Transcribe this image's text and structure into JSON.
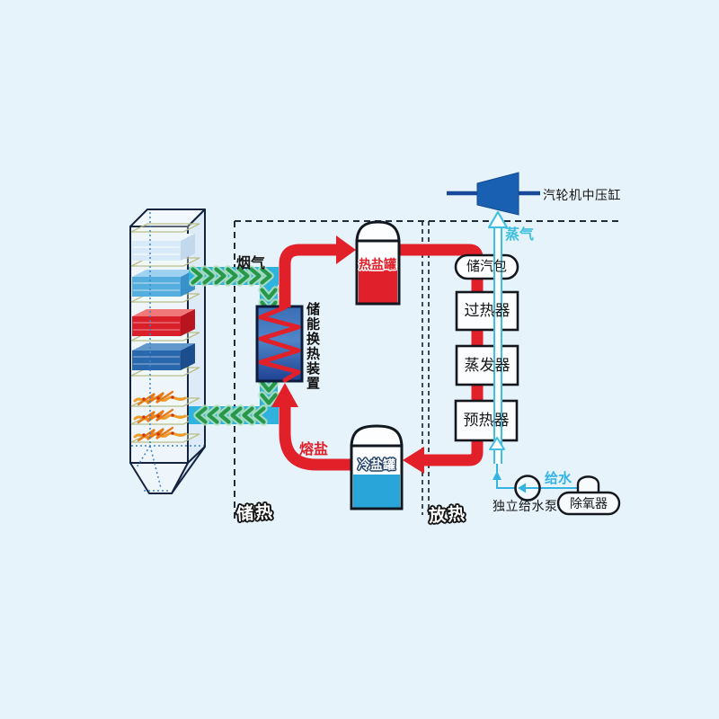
{
  "diagram": {
    "labels": {
      "flue_gas": "烟气",
      "storage_heat_exchanger": "储能换热装置",
      "hot_salt_tank": "热盐罐",
      "molten_salt": "熔盐",
      "cold_salt_tank": "冷盐罐",
      "steam_drum": "储汽包",
      "superheater": "过热器",
      "evaporator": "蒸发器",
      "preheater": "预热器",
      "steam": "蒸气",
      "turbine_ip_cylinder": "汽轮机中压缸",
      "feedwater": "给水",
      "independent_feed_pump": "独立给水泵",
      "deaerator": "除氧器",
      "charge_zone": "储热",
      "discharge_zone": "放热"
    },
    "colors": {
      "background": "#e7f3fa",
      "pipe_red": "#e2202a",
      "duct_cyan": "#2fb2dd",
      "chevron_green": "#27984a",
      "steam_cyan": "#3fc0e0",
      "water_cyan": "#35b4e4",
      "tank_hot_fill": "#e0202a",
      "tank_cold_fill": "#29a5da",
      "turbine_blue": "#1a60b2",
      "exchanger_top": "#3a6eb6",
      "exchanger_mid": "#4f86c8",
      "exchanger_bottom": "#1f4193",
      "hot_layer_red": "#d81f2a",
      "cold_layer_blue": "#2a68ae",
      "mid_layer_blue": "#55aede",
      "element_orange": "#f09a28"
    }
  }
}
